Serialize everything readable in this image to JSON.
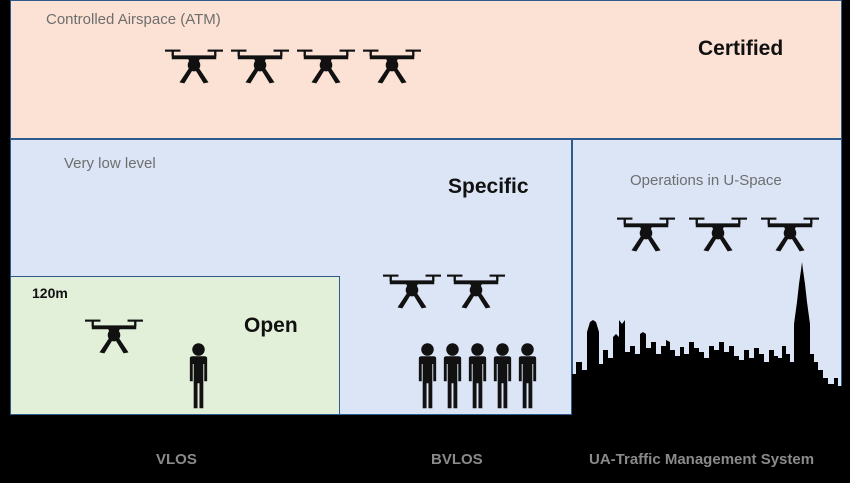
{
  "zones": {
    "controlled": {
      "name": "Controlled Airspace (ATM)",
      "category": "Certified"
    },
    "very_low": {
      "name": "Very low level",
      "category": "Specific"
    },
    "uspace": {
      "name": "Operations in U-Space"
    },
    "open": {
      "altitude": "120m",
      "category": "Open"
    }
  },
  "footer": {
    "vlos": "VLOS",
    "bvlos": "BVLOS",
    "utm": "UA-Traffic Management System"
  },
  "icons": {
    "drone": "drone-icon",
    "person": "person-icon",
    "city": "city-skyline-icon"
  },
  "colors": {
    "certified_zone": "#fbe2d4",
    "specific_zone": "#dbe5f5",
    "open_zone": "#e3f0d9",
    "border": "#2e5b8c",
    "background": "#000000"
  }
}
